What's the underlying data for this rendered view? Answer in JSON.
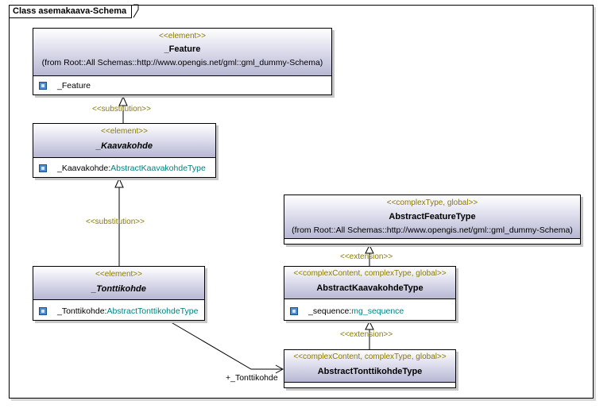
{
  "frame": {
    "title": "Class asemakaava-Schema"
  },
  "classes": {
    "feature": {
      "stereotype": "<<element>>",
      "name": "_Feature",
      "from": "(from Root::All Schemas::http://www.opengis.net/gml::gml_dummy-Schema)",
      "attribute": {
        "name": "_Feature",
        "type": ""
      }
    },
    "kaavakohde": {
      "stereotype": "<<element>>",
      "name": "_Kaavakohde",
      "attribute": {
        "name": "_Kaavakohde:",
        "type": "AbstractKaavakohdeType"
      }
    },
    "tonttikohde": {
      "stereotype": "<<element>>",
      "name": "_Tonttikohde",
      "attribute": {
        "name": "_Tonttikohde:",
        "type": "AbstractTonttikohdeType"
      }
    },
    "abstract_feature_type": {
      "stereotype": "<<complexType, global>>",
      "name": "AbstractFeatureType",
      "from": "(from Root::All Schemas::http://www.opengis.net/gml::gml_dummy-Schema)"
    },
    "abstract_kaavakohde_type": {
      "stereotype": "<<complexContent, complexType, global>>",
      "name": "AbstractKaavakohdeType",
      "attribute": {
        "name": "_sequence:",
        "type": "mg_sequence"
      }
    },
    "abstract_tonttikohde_type": {
      "stereotype": "<<complexContent, complexType, global>>",
      "name": "AbstractTonttikohdeType"
    }
  },
  "relations": {
    "substitution_1": "<<substitution>>",
    "substitution_2": "<<substitution>>",
    "extension_1": "<<extension>>",
    "extension_2": "<<extension>>",
    "association_role": "+_Tonttikohde"
  },
  "colors": {
    "stereotype_text": "#8a7a00",
    "type_text": "#008080",
    "header_gradient_bottom": "#b7b7d3"
  },
  "icons": {
    "attribute": "attribute-icon"
  }
}
